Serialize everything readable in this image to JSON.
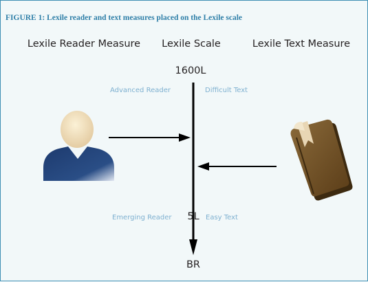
{
  "figure": {
    "title": "FIGURE 1: Lexile reader and text measures placed on the Lexile scale"
  },
  "headers": {
    "reader_measure": "Lexile Reader Measure",
    "scale": "Lexile Scale",
    "text_measure": "Lexile Text Measure"
  },
  "scale": {
    "top_label": "1600L",
    "low_label": "5L",
    "bottom_label": "BR"
  },
  "labels": {
    "advanced_reader": "Advanced Reader",
    "difficult_text": "Difficult Text",
    "emerging_reader": "Emerging Reader",
    "easy_text": "Easy Text"
  },
  "icons": {
    "reader": "person-icon",
    "text": "book-icon"
  },
  "colors": {
    "border": "#3d8fb3",
    "title": "#2f7fa8",
    "label": "#7eb0d0",
    "person_body": "#1f3f75",
    "book": "#6b4a21"
  }
}
